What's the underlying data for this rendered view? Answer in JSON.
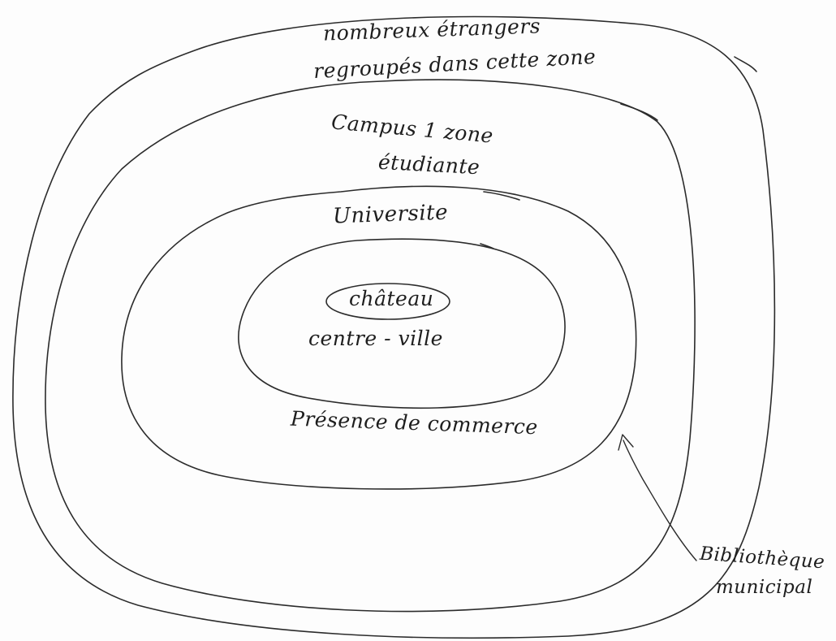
{
  "labels": {
    "outer_zone_line1": "nombreux étrangers",
    "outer_zone_line2": "regroupés dans cette zone",
    "campus_line1": "Campus 1 zone",
    "campus_line2": "étudiante",
    "university": "Universite",
    "castle": "château",
    "city_center": "centre - ville",
    "commerce": "Présence de commerce",
    "library_line1": "Bibliothèque",
    "library_line2": "municipal"
  },
  "colors": {
    "ink": "#2b2b2b",
    "paper": "#fdfdfd"
  }
}
